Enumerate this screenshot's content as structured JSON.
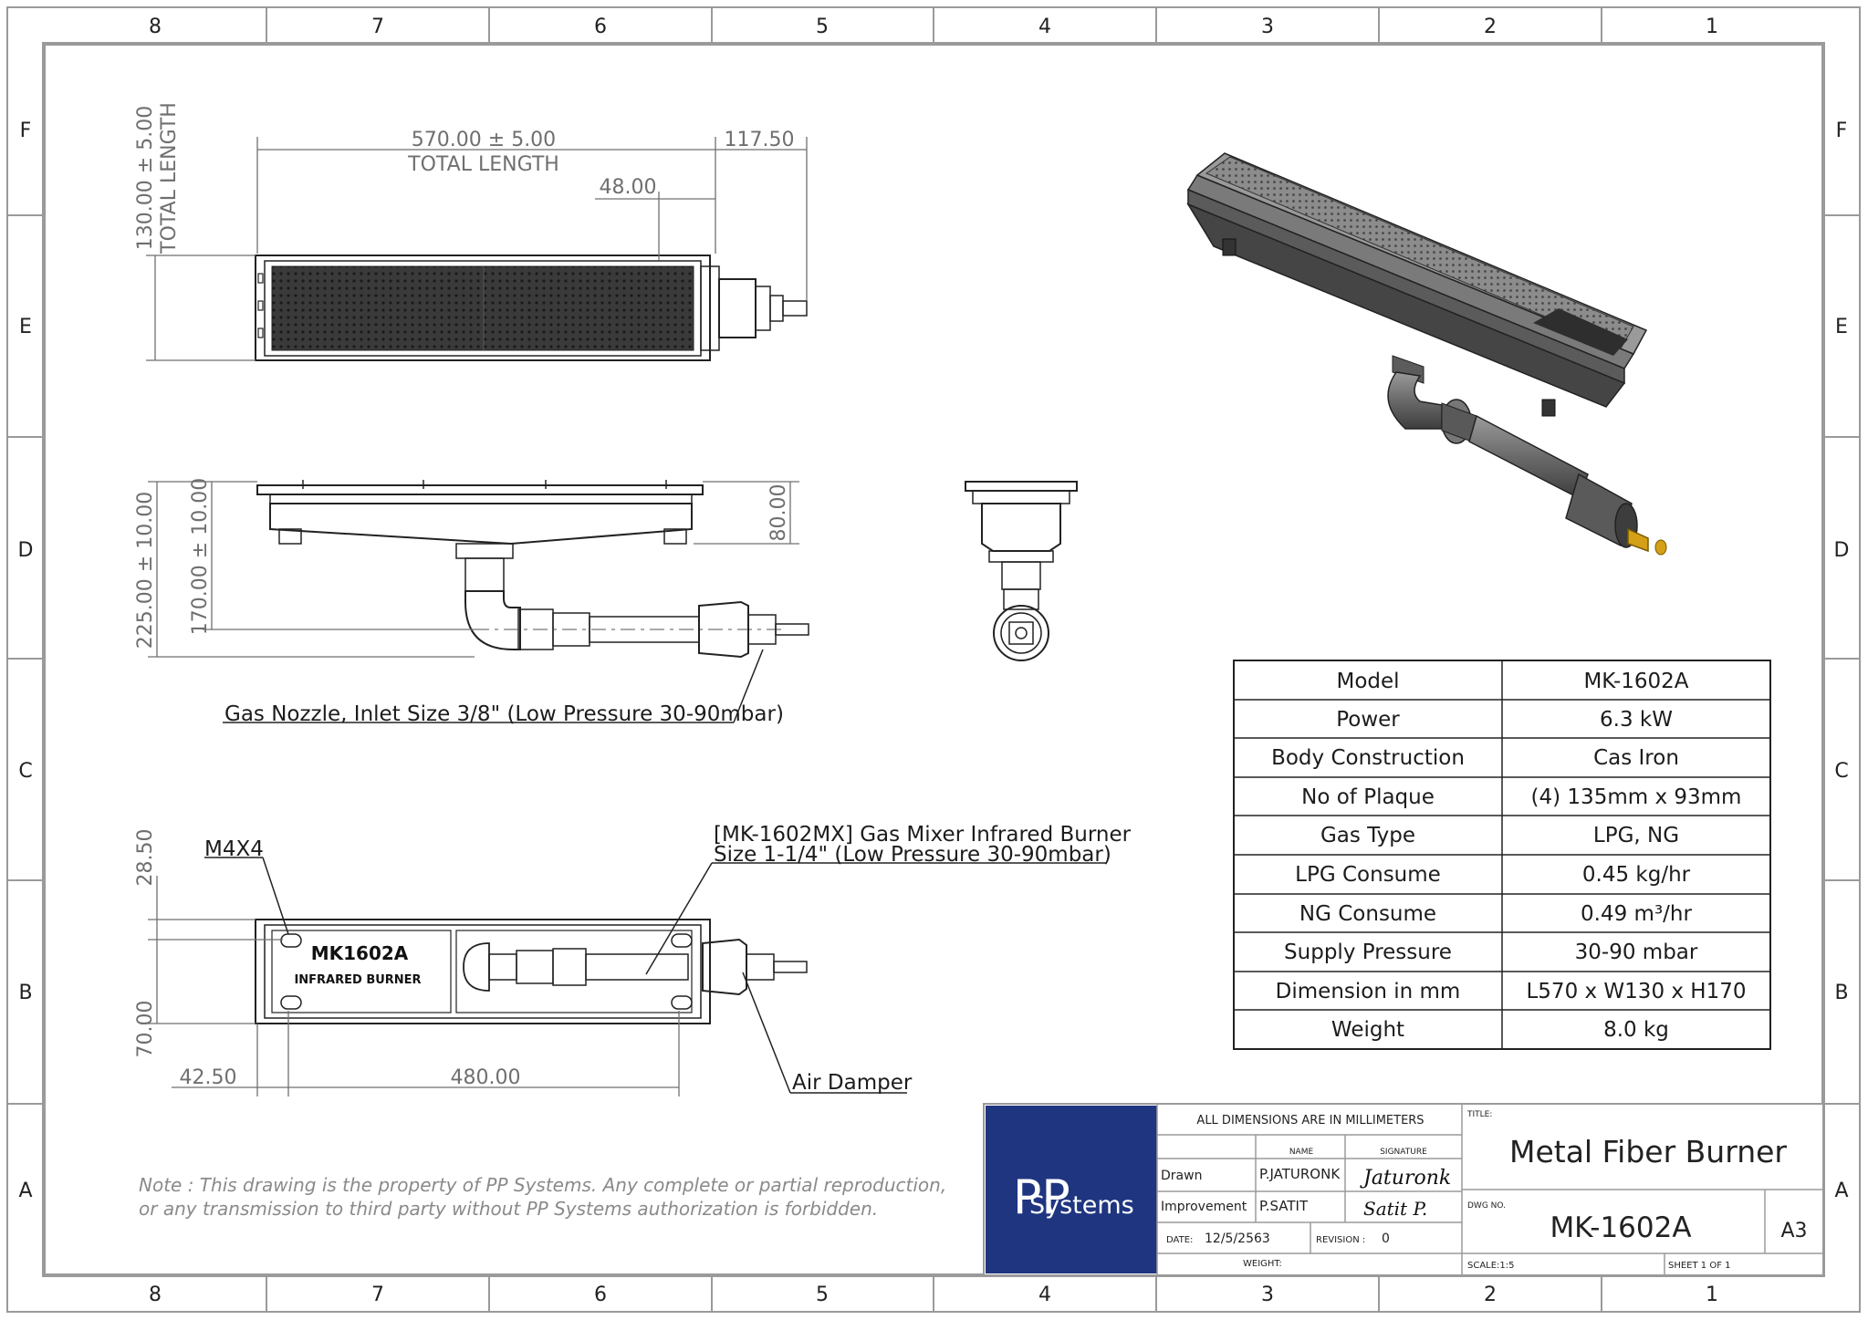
{
  "border": {
    "columns": [
      "8",
      "7",
      "6",
      "5",
      "4",
      "3",
      "2",
      "1"
    ],
    "rows": [
      "F",
      "E",
      "D",
      "C",
      "B",
      "A"
    ]
  },
  "dimensions": {
    "top_total_length": "570.00 ± 5.00",
    "top_total_label": "TOTAL LENGTH",
    "top_nozzle": "117.50",
    "top_inner": "48.00",
    "top_height": "130.00 ± 5.00",
    "top_height_label": "TOTAL LENGTH",
    "side_total": "225.00 ± 10.00",
    "side_mid": "170.00 ± 10.00",
    "side_top": "80.00",
    "bottom_top": "28.50",
    "bottom_width": "70.00",
    "bottom_offset": "42.50",
    "bottom_length": "480.00"
  },
  "callouts": {
    "gas_nozzle": "Gas Nozzle, Inlet Size 3/8\" (Low Pressure 30-90mbar)",
    "mixer_line1": "[MK-1602MX] Gas Mixer Infrared Burner",
    "mixer_line2": "Size 1-1/4\" (Low Pressure 30-90mbar)",
    "m4x4": "M4X4",
    "air_damper": "Air Damper",
    "plate_line1": "MK1602A",
    "plate_line2": "INFRARED BURNER"
  },
  "specs": [
    {
      "label": "Model",
      "value": "MK-1602A"
    },
    {
      "label": "Power",
      "value": "6.3 kW"
    },
    {
      "label": "Body Construction",
      "value": "Cas Iron"
    },
    {
      "label": "No of Plaque",
      "value": "(4)  135mm x 93mm"
    },
    {
      "label": "Gas Type",
      "value": "LPG, NG"
    },
    {
      "label": "LPG Consume",
      "value": "0.45 kg/hr"
    },
    {
      "label": "NG Consume",
      "value": "0.49 m³/hr"
    },
    {
      "label": "Supply Pressure",
      "value": "30-90 mbar"
    },
    {
      "label": "Dimension in mm",
      "value": "L570 x W130 x H170"
    },
    {
      "label": "Weight",
      "value": "8.0 kg"
    }
  ],
  "note": {
    "line1": "Note : This drawing is the property of PP Systems. Any complete or partial reproduction,",
    "line2": "or any transmission to third party without PP Systems authorization is forbidden."
  },
  "title_block": {
    "logo_letters": "PP",
    "logo_word": "Systems",
    "units_note": "ALL DIMENSIONS ARE IN MILLIMETERS",
    "name_header": "NAME",
    "signature_header": "SIGNATURE",
    "drawn_label": "Drawn",
    "drawn_name": "P.JATURONK",
    "drawn_signature": "Jaturonk",
    "improvement_label": "Improvement",
    "improvement_name": "P.SATIT",
    "improvement_signature": "Satit P.",
    "date_label": "DATE:",
    "date_value": "12/5/2563",
    "revision_label": "REVISION :",
    "revision_value": "0",
    "weight_label": "WEIGHT:",
    "title_label": "TITLE:",
    "title_value": "Metal Fiber Burner",
    "dwg_label": "DWG NO.",
    "dwg_value": "MK-1602A",
    "size_value": "A3",
    "scale_label": "SCALE:1:5",
    "sheet_label": "SHEET 1 OF 1"
  },
  "colors": {
    "logo_bg": "#1f3580",
    "steel": "#7c7c7c",
    "brass": "#d4a017",
    "mesh": "#2a2a2a"
  }
}
